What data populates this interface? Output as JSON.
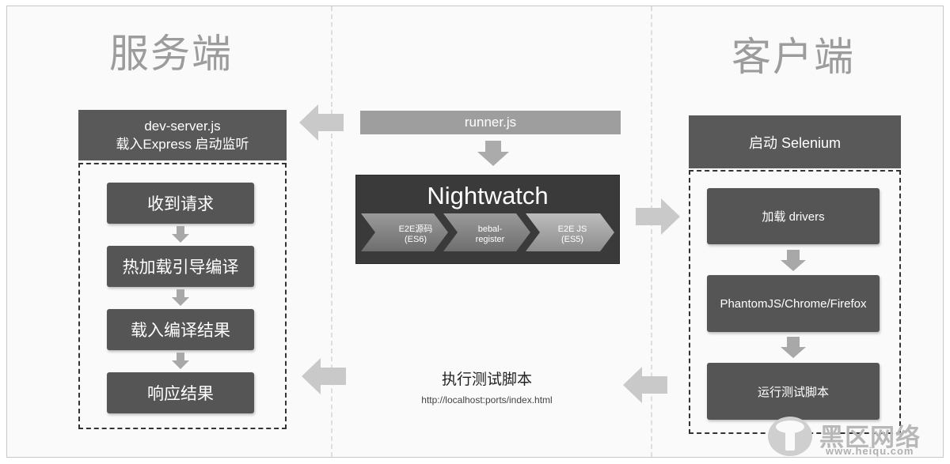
{
  "server": {
    "title": "服务端",
    "header_line1": "dev-server.js",
    "header_line2": "载入Express 启动监听",
    "steps": [
      "收到请求",
      "热加载引导编译",
      "载入编译结果",
      "响应结果"
    ]
  },
  "center": {
    "runner": "runner.js",
    "nightwatch": "Nightwatch",
    "stages": [
      {
        "line1": "E2E源码",
        "line2": "(ES6)"
      },
      {
        "line1": "bebal-",
        "line2": "register"
      },
      {
        "line1": "E2E JS",
        "line2": "(ES5)"
      }
    ],
    "exec_title": "执行测试脚本",
    "exec_url": "http://localhost:ports/index.html"
  },
  "client": {
    "title": "客户端",
    "header": "启动 Selenium",
    "steps": [
      "加载 drivers",
      "PhantomJS/Chrome/Firefox",
      "运行测试脚本"
    ]
  },
  "watermark": {
    "text": "黑区网络",
    "url": "www.heiqu.com"
  }
}
